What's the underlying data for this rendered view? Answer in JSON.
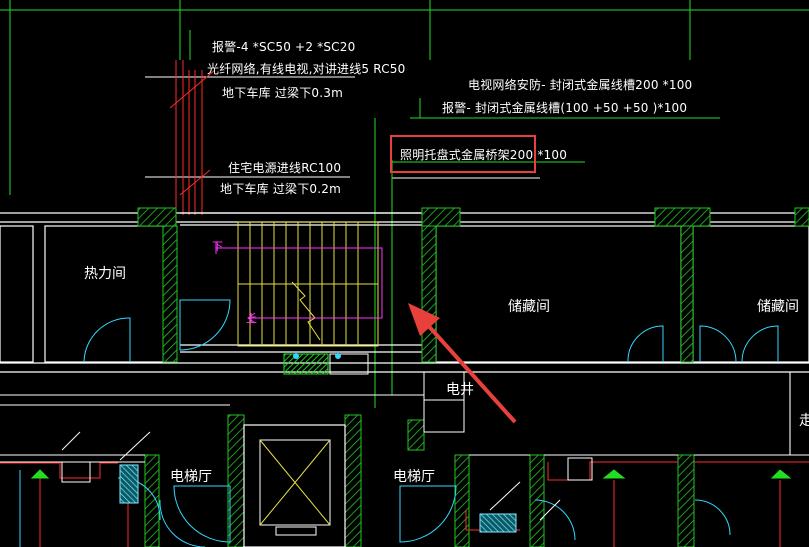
{
  "annotations": {
    "riser_line1": "报警-4 *SC50 +2 *SC20",
    "riser_line2": "光纤网络,有线电视,对讲进线5 RC50",
    "riser_line3": "地下车库 过梁下0.3m",
    "tray_line1": "电视网络安防- 封闭式金属线槽200 *100",
    "tray_line2": "报警- 封闭式金属线槽(100 +50 +50 )*100",
    "power_line1": "住宅电源进线RC100",
    "power_line2": "地下车库 过梁下0.2m",
    "highlight_label": "照明托盘式金属桥架200 *100"
  },
  "rooms": {
    "heat": "热力间",
    "storage_left": "储藏间",
    "storage_right": "储藏间",
    "shaft": "电井",
    "elevator_left": "电梯厅",
    "elevator_right": "电梯厅",
    "cut_char": "走"
  },
  "stair": {
    "down_mark": "下",
    "up_mark": "上"
  },
  "colors": {
    "background": "#000000",
    "wall": "#ffffff",
    "hatch": "#22c422",
    "cable_green": "#22dd22",
    "cable_red": "#ff2a2a",
    "cyan": "#33d6ff",
    "stair": "#e6e040",
    "magenta": "#ff33ff",
    "highlight": "#e8403a"
  }
}
